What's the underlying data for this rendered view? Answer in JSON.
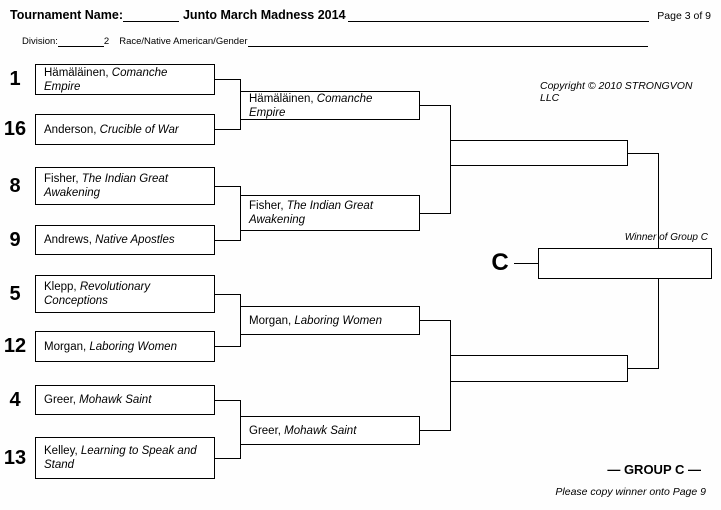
{
  "header": {
    "label": "Tournament Name:",
    "value": "Junto March Madness 2014",
    "page": "Page 3 of 9"
  },
  "division": {
    "label": "Division:",
    "number": "2",
    "value": "Race/Native American/Gender"
  },
  "copyright": "Copyright © 2010 STRONGVON LLC",
  "bracket": {
    "group_letter": "C",
    "winner_label": "Winner of Group C",
    "round1": [
      {
        "seed": "1",
        "name": "Hämäläinen,",
        "title": "Comanche Empire"
      },
      {
        "seed": "16",
        "name": "Anderson,",
        "title": "Crucible of War"
      },
      {
        "seed": "8",
        "name": "Fisher,",
        "title": "The Indian Great Awakening"
      },
      {
        "seed": "9",
        "name": "Andrews,",
        "title": "Native Apostles"
      },
      {
        "seed": "5",
        "name": "Klepp,",
        "title": "Revolutionary Conceptions"
      },
      {
        "seed": "12",
        "name": "Morgan,",
        "title": "Laboring Women"
      },
      {
        "seed": "4",
        "name": "Greer,",
        "title": "Mohawk Saint"
      },
      {
        "seed": "13",
        "name": "Kelley,",
        "title": "Learning to Speak and Stand"
      }
    ],
    "round2": [
      {
        "name": "Hämäläinen,",
        "title": "Comanche Empire"
      },
      {
        "name": "Fisher,",
        "title": "The Indian Great Awakening"
      },
      {
        "name": "Morgan,",
        "title": "Laboring Women"
      },
      {
        "name": "Greer,",
        "title": "Mohawk Saint"
      }
    ]
  },
  "footer": {
    "group_label": "— GROUP C —",
    "note": "Please copy winner onto Page 9"
  }
}
